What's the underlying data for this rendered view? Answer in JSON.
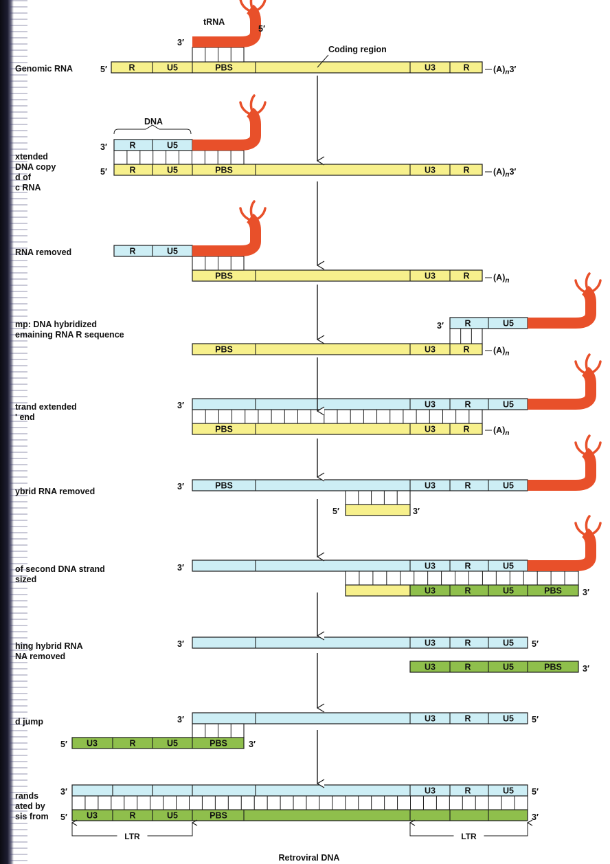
{
  "labels": {
    "trna": "tRNA",
    "coding_region": "Coding region",
    "dna": "DNA",
    "ltr": "LTR",
    "retroviral_dna": "Retroviral DNA",
    "three_prime": "3′",
    "five_prime": "5′",
    "poly_a": "(A)",
    "poly_a_sub": "n"
  },
  "segments": {
    "R": "R",
    "U5": "U5",
    "PBS": "PBS",
    "U3": "U3"
  },
  "steps": [
    {
      "lines": [
        "Genomic RNA"
      ]
    },
    {
      "lines": [
        "xtended",
        "DNA copy",
        "d of",
        "c RNA"
      ]
    },
    {
      "lines": [
        "RNA removed"
      ]
    },
    {
      "lines": [
        "mp: DNA hybridized",
        "emaining RNA R sequence"
      ]
    },
    {
      "lines": [
        "trand extended",
        "' end"
      ]
    },
    {
      "lines": [
        "ybrid RNA removed"
      ]
    },
    {
      "lines": [
        "of second DNA strand",
        "sized"
      ]
    },
    {
      "lines": [
        "hing hybrid RNA",
        "NA removed"
      ]
    },
    {
      "lines": [
        "d jump"
      ]
    },
    {
      "lines": [
        "rands",
        "ated by",
        "sis from"
      ]
    }
  ],
  "colors": {
    "rna": "#f7f08c",
    "dna_minus": "#cdeef5",
    "dna_plus": "#8fbf4c",
    "trna": "#e8502a",
    "outline": "#1a1a1a",
    "spine": "#141420"
  }
}
